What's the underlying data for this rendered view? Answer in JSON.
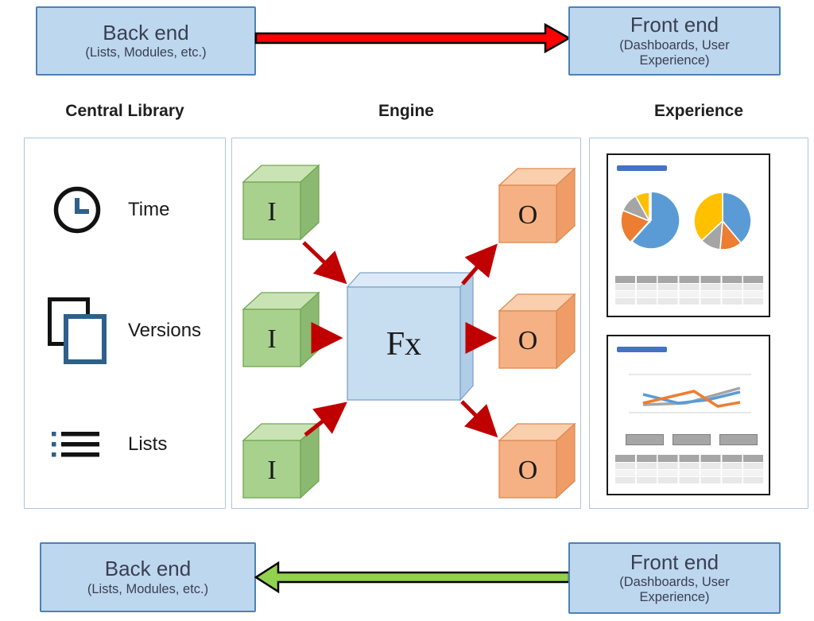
{
  "top_flow": {
    "left_box": {
      "title": "Back end",
      "subtitle": "(Lists, Modules, etc.)"
    },
    "right_box": {
      "title": "Front end",
      "subtitle": "(Dashboards, User Experience)"
    },
    "arrow_direction": "left-to-right",
    "arrow_color": "#FF0000"
  },
  "bottom_flow": {
    "left_box": {
      "title": "Back end",
      "subtitle": "(Lists, Modules, etc.)"
    },
    "right_box": {
      "title": "Front end",
      "subtitle": "(Dashboards, User Experience)"
    },
    "arrow_direction": "right-to-left",
    "arrow_color": "#92D050"
  },
  "columns": [
    {
      "label": "Central Library"
    },
    {
      "label": "Engine"
    },
    {
      "label": "Experience"
    }
  ],
  "library": {
    "items": [
      {
        "icon": "clock-icon",
        "label": "Time"
      },
      {
        "icon": "versions-icon",
        "label": "Versions"
      },
      {
        "icon": "lists-icon",
        "label": "Lists"
      }
    ]
  },
  "engine": {
    "inputs": [
      "I",
      "I",
      "I"
    ],
    "function": "Fx",
    "outputs": [
      "O",
      "O",
      "O"
    ]
  },
  "experience": {
    "dashboards": [
      {
        "type": "pie-dashboard",
        "elements": [
          "title-bar",
          "pie-chart",
          "pie-chart",
          "table-placeholder"
        ],
        "pies": [
          {
            "slices": [
              {
                "color": "#5B9BD5",
                "pct": 62
              },
              {
                "color": "#ED7D31",
                "pct": 19
              },
              {
                "color": "#A5A5A5",
                "pct": 11
              },
              {
                "color": "#FFC000",
                "pct": 8
              }
            ]
          },
          {
            "slices": [
              {
                "color": "#5B9BD5",
                "pct": 39
              },
              {
                "color": "#ED7D31",
                "pct": 12
              },
              {
                "color": "#A5A5A5",
                "pct": 12
              },
              {
                "color": "#FFC000",
                "pct": 37
              }
            ]
          }
        ]
      },
      {
        "type": "line-dashboard",
        "elements": [
          "title-bar",
          "line-chart",
          "buttons",
          "table-placeholder"
        ],
        "series_colors": [
          "#5B9BD5",
          "#ED7D31",
          "#A5A5A5"
        ],
        "button_count": 3
      }
    ]
  },
  "palette": {
    "box_fill": "#BDD7EE",
    "box_border": "#4E81B4",
    "box_text": "#3A3F52",
    "forward_arrow": "#FF0000",
    "return_arrow": "#92D050",
    "arrow_outline": "#000000",
    "engine_arrow": "#C00000",
    "input_cube": "#A9D18E",
    "engine_cube": "#C7DDF0",
    "output_cube": "#F5B183",
    "icon_black": "#121212",
    "icon_blue": "#2E608C",
    "chart_blue": "#5B9BD5",
    "chart_orange": "#ED7D31",
    "chart_gray": "#A5A5A5",
    "chart_yellow": "#FFC000",
    "title_bar_blue": "#4472C4"
  }
}
